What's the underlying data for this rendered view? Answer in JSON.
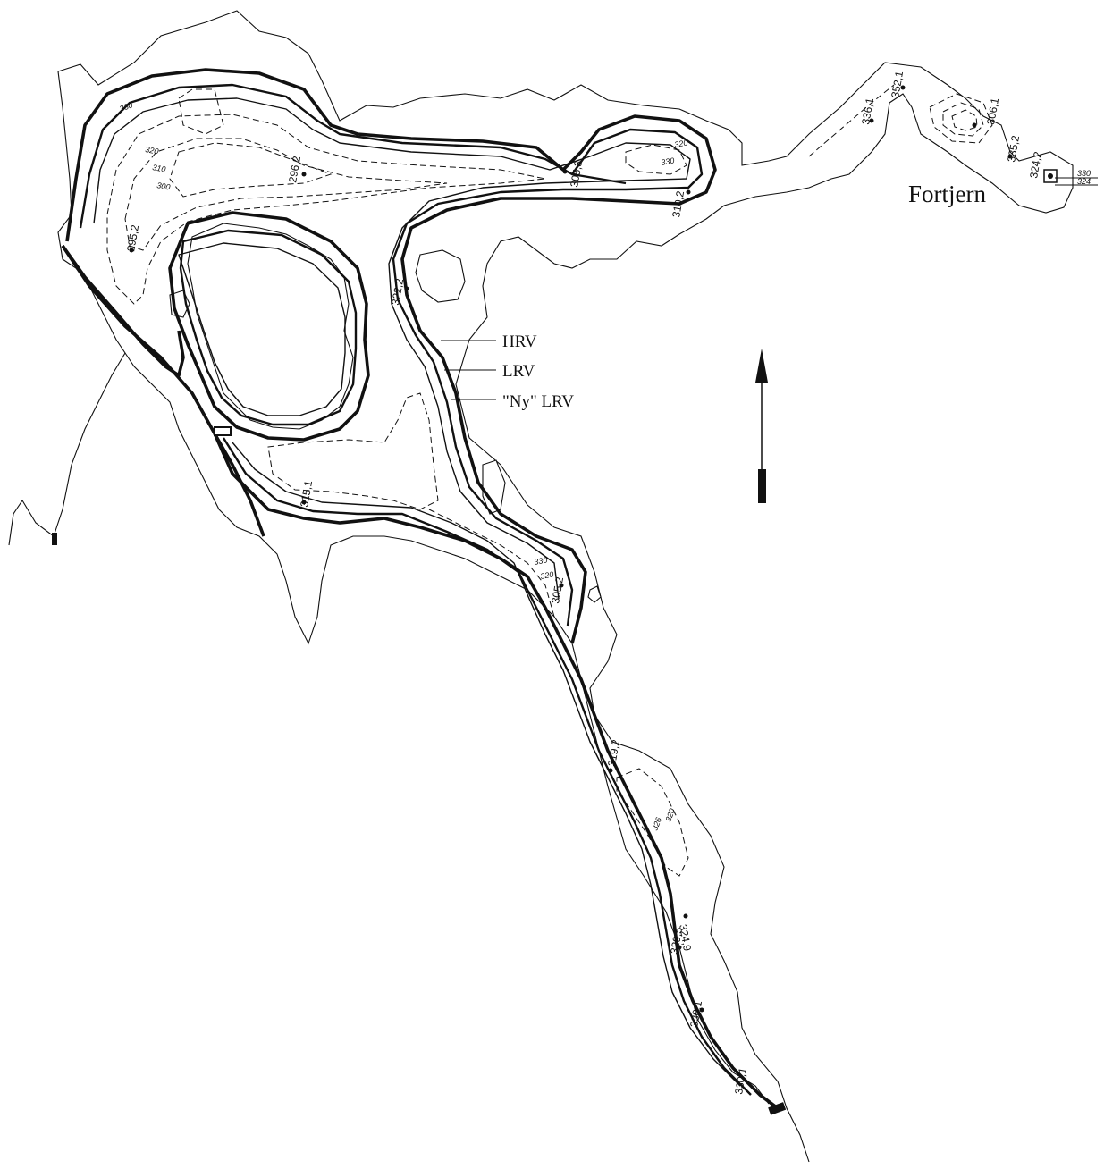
{
  "map": {
    "place_label": "Fortjern",
    "legend": [
      {
        "id": "hrv",
        "label": "HRV"
      },
      {
        "id": "lrv",
        "label": "LRV"
      },
      {
        "id": "nylrv",
        "label": "\"Ny\" LRV"
      }
    ],
    "north_arrow": "north-arrow-icon",
    "soundings": {
      "s1": "295,2",
      "s2": "296,2",
      "s3": "305,3",
      "s4": "310,2",
      "s5": "322,2",
      "s6": "315,1",
      "s7": "305,2",
      "s8": "319,2",
      "s9": "324,9",
      "s10": "329,5",
      "s11": "330,1",
      "s12": "352,1",
      "s13": "336,1",
      "s14": "306,1",
      "s15": "335,2",
      "s16": "324,2",
      "s17": "330,1"
    },
    "contour_labels": {
      "c1": "330",
      "c2": "320",
      "c3": "310",
      "c4": "300",
      "c5": "330",
      "c6": "320",
      "c7": "330",
      "c8": "320",
      "c9": "326",
      "c10": "320",
      "c11": "330",
      "c12": "324"
    },
    "colors": {
      "ink": "#111111",
      "paper": "#ffffff"
    }
  }
}
